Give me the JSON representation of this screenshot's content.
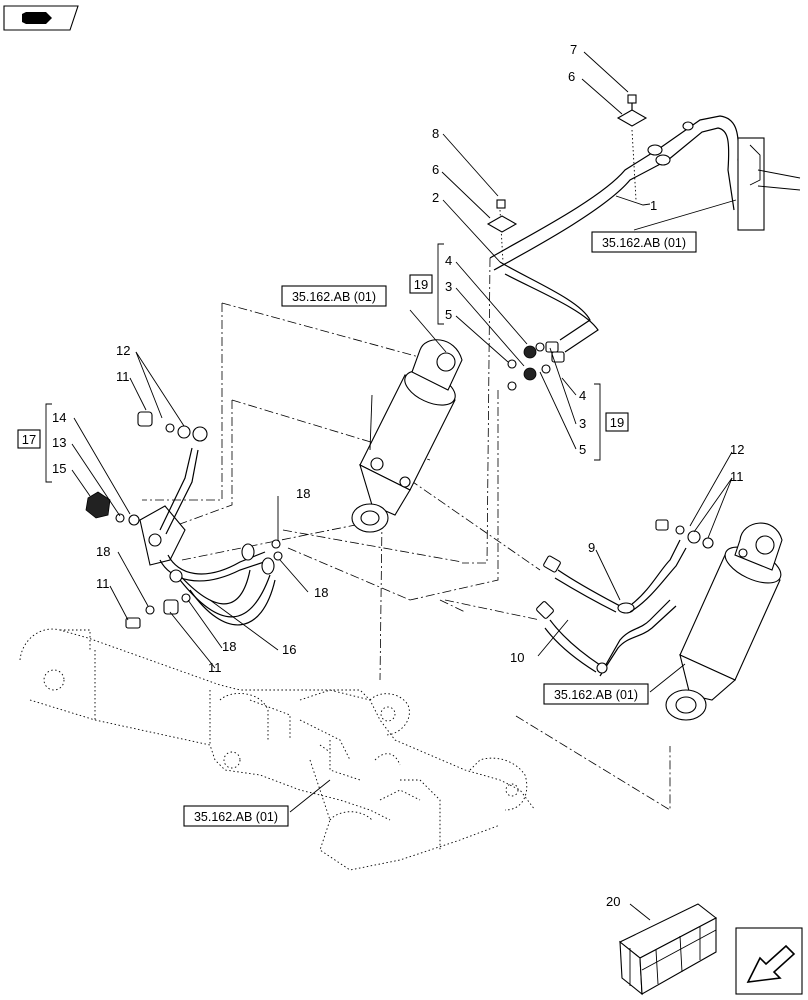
{
  "ref_boxes": {
    "ref_a": "35.162.AB (01)",
    "ref_b": "35.162.AB (01)",
    "ref_c": "35.162.AB (01)",
    "ref_d": "35.162.AB (01)"
  },
  "groups": {
    "g19_top": "19",
    "g19_right": "19",
    "g17": "17"
  },
  "callouts": {
    "n1": "1",
    "n2": "2",
    "n3a": "3",
    "n3b": "3",
    "n4a": "4",
    "n4b": "4",
    "n5a": "5",
    "n5b": "5",
    "n6a": "6",
    "n6b": "6",
    "n7": "7",
    "n8": "8",
    "n9": "9",
    "n10": "10",
    "n11a": "11",
    "n11b": "11",
    "n11c": "11",
    "n11d": "11",
    "n12a": "12",
    "n12b": "12",
    "n13": "13",
    "n14": "14",
    "n15": "15",
    "n16": "16",
    "n18a": "18",
    "n18b": "18",
    "n18c": "18",
    "n18d": "18",
    "n20": "20"
  },
  "icons": {
    "top_left": "book-pages-icon",
    "bottom_right": "arrow-bottom-left-icon",
    "kit": "crate-box-icon"
  }
}
